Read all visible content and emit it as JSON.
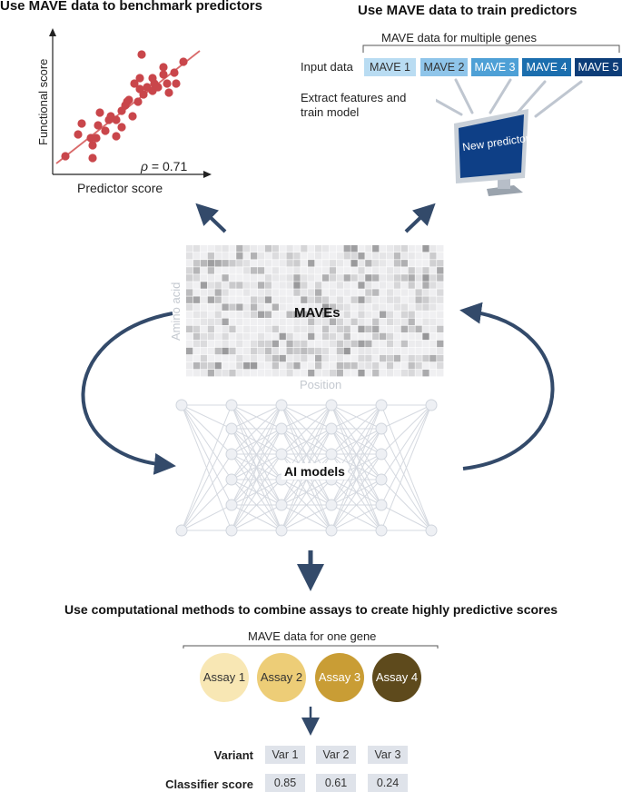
{
  "benchmark": {
    "title": "Use MAVE data to benchmark predictors",
    "xlabel": "Predictor score",
    "ylabel": "Functional score",
    "rho_symbol": "ρ",
    "rho_value": " = 0.71",
    "colors": {
      "points": "#c9464b",
      "line": "#d96a6a"
    }
  },
  "train": {
    "title": "Use MAVE data to train predictors",
    "bracket_label": "MAVE data for multiple genes",
    "input_label": "Input data",
    "extract_label_line1": "Extract features and",
    "extract_label_line2": "train model",
    "monitor_text": "New predictor",
    "boxes": [
      {
        "label": "MAVE 1",
        "bg": "#b9dcf2",
        "fg": "#333333"
      },
      {
        "label": "MAVE 2",
        "bg": "#8fc5ea",
        "fg": "#333333"
      },
      {
        "label": "MAVE 3",
        "bg": "#4ea0d6",
        "fg": "#ffffff"
      },
      {
        "label": "MAVE 4",
        "bg": "#1b6eae",
        "fg": "#ffffff"
      },
      {
        "label": "MAVE 5",
        "bg": "#0d3d78",
        "fg": "#ffffff"
      }
    ]
  },
  "center": {
    "maves_label": "MAVEs",
    "y_axis_label": "Amino acid",
    "x_axis_label": "Position",
    "ai_label": "AI models"
  },
  "combine": {
    "title": "Use computational methods to combine assays to create highly predictive scores",
    "bracket_label": "MAVE data for one gene",
    "assays": [
      {
        "label": "Assay 1",
        "bg": "#f8e7b4",
        "fg": "#333333"
      },
      {
        "label": "Assay 2",
        "bg": "#edcd77",
        "fg": "#333333"
      },
      {
        "label": "Assay 3",
        "bg": "#c99d35",
        "fg": "#ffffff"
      },
      {
        "label": "Assay 4",
        "bg": "#5e4a1c",
        "fg": "#ffffff"
      }
    ],
    "variant_label": "Variant",
    "score_label": "Classifier score",
    "variants": [
      "Var 1",
      "Var 2",
      "Var 3"
    ],
    "scores": [
      "0.85",
      "0.61",
      "0.24"
    ]
  },
  "arrow_color": "#334a6a"
}
